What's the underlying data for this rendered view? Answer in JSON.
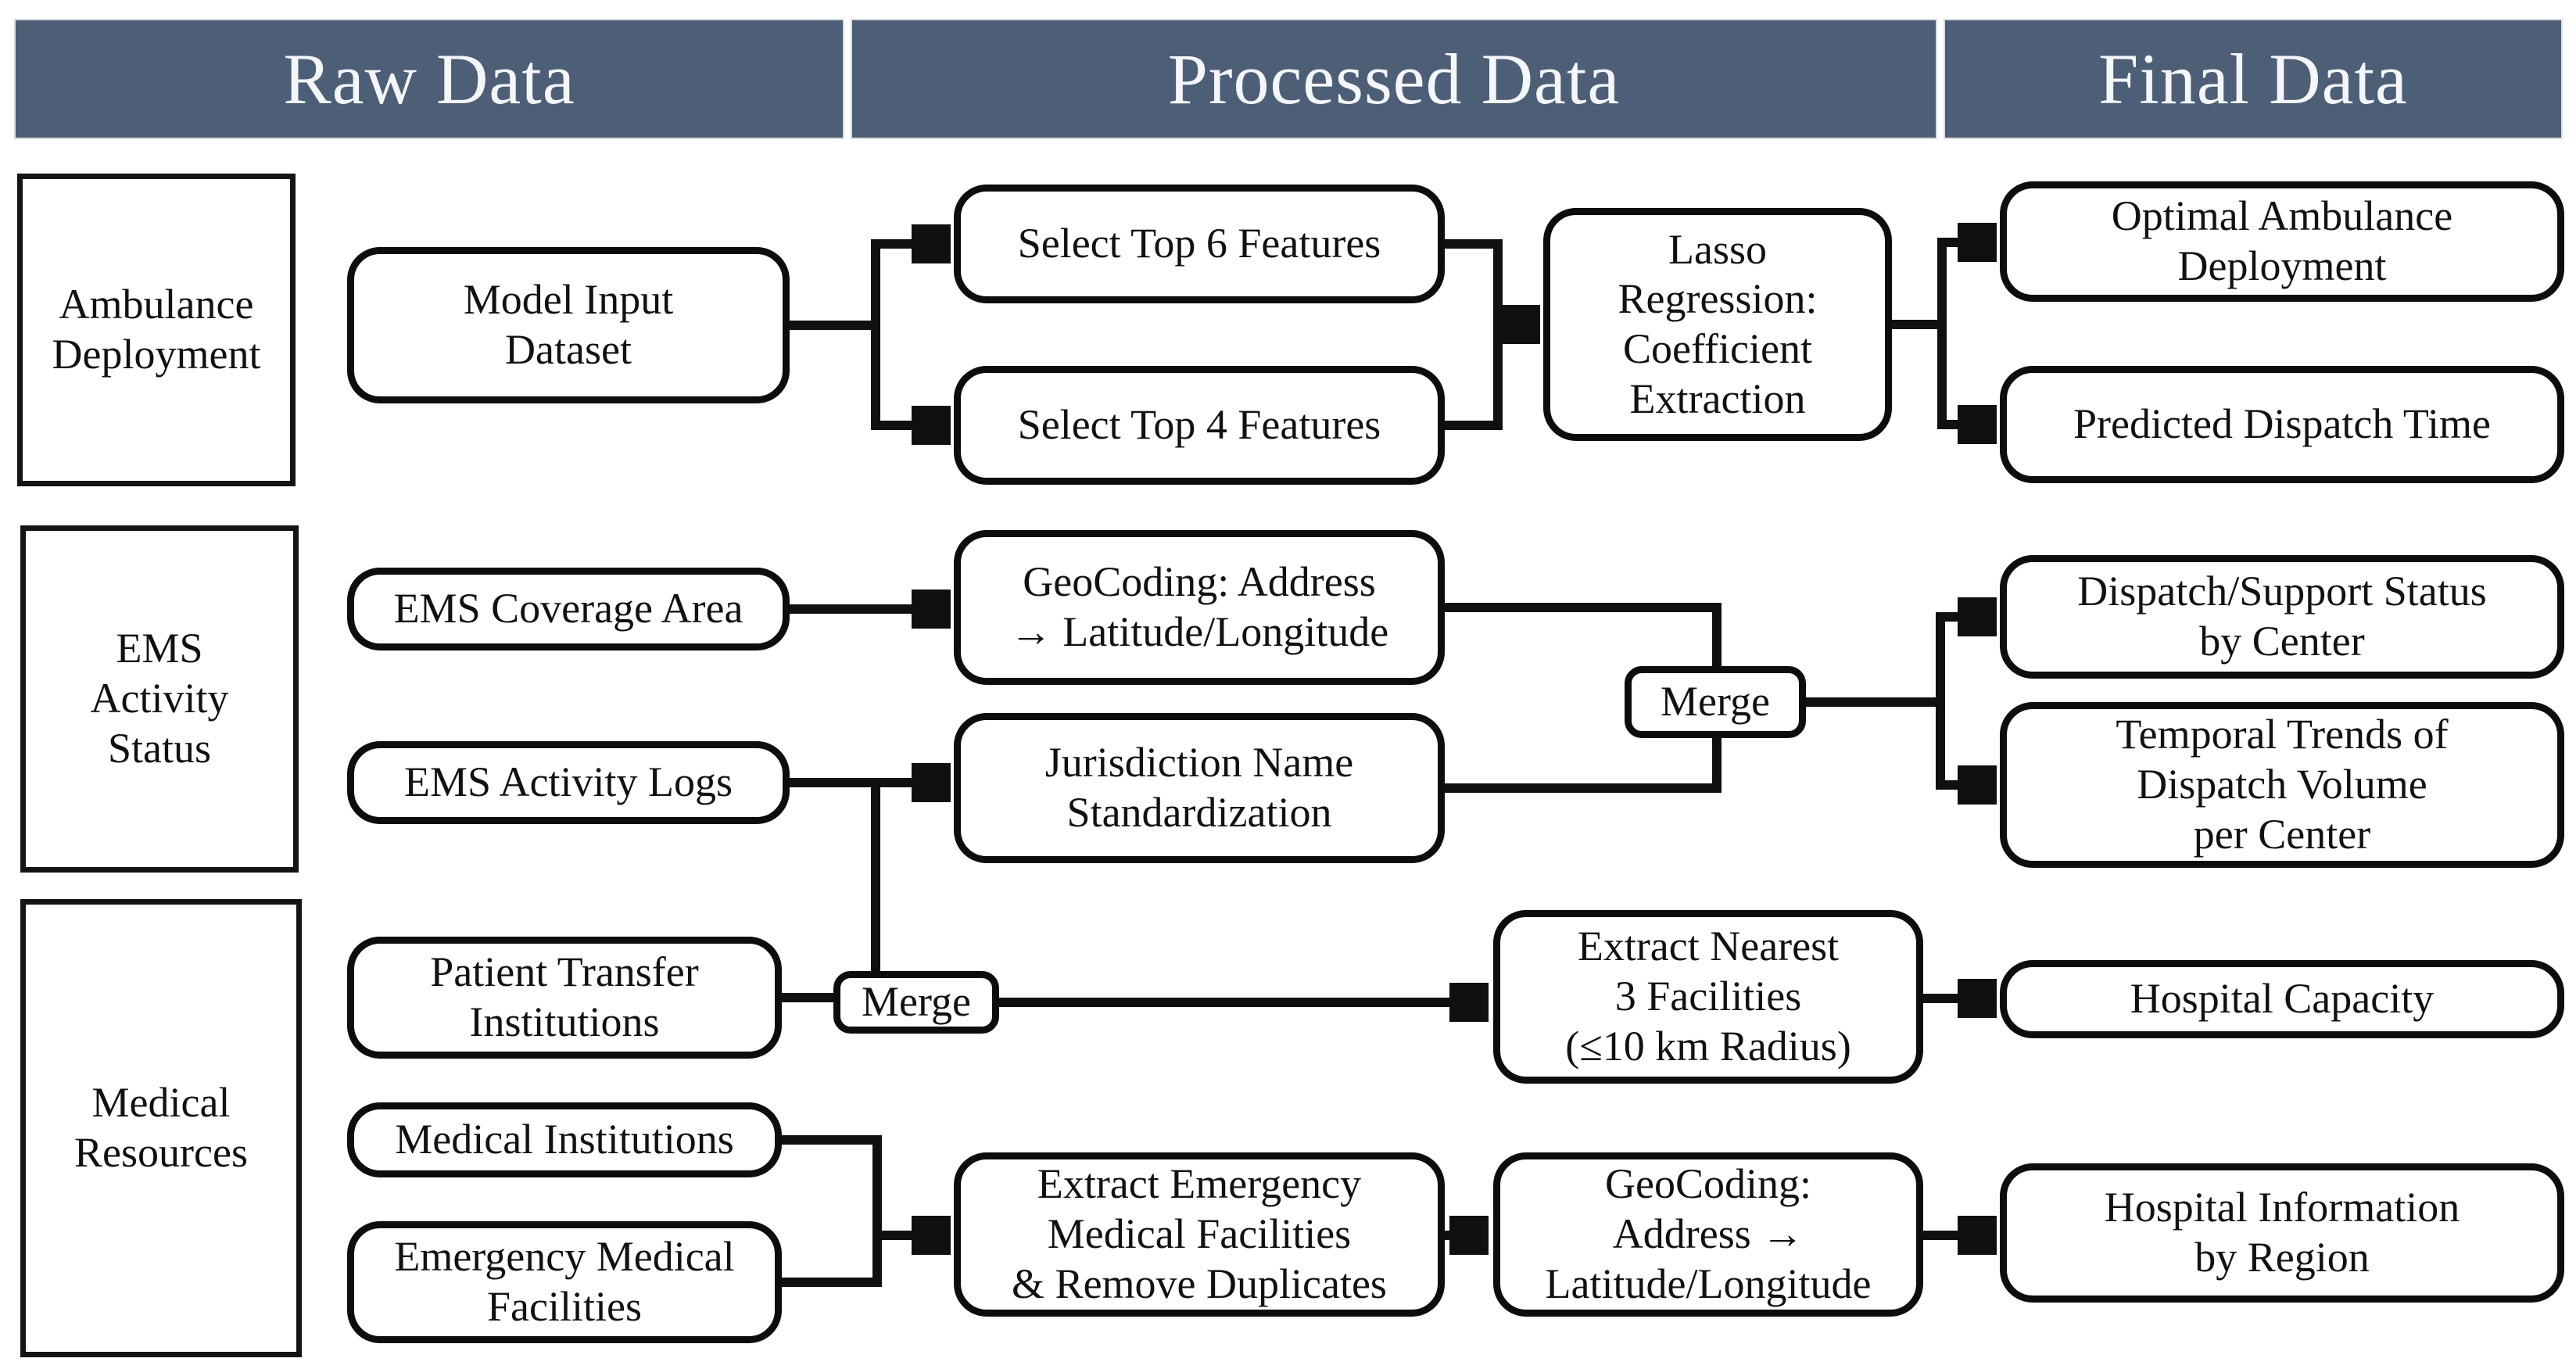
{
  "colors": {
    "header_bg": "#4d5f77",
    "header_text": "#f4f6f9",
    "box_border": "#0d0d0d",
    "line": "#101010",
    "background": "#ffffff"
  },
  "header": {
    "columns": [
      {
        "label": "Raw Data"
      },
      {
        "label": "Processed Data"
      },
      {
        "label": "Final Data"
      }
    ]
  },
  "rows": [
    {
      "label": "Ambulance\nDeployment"
    },
    {
      "label": "EMS\nActivity\nStatus"
    },
    {
      "label": "Medical\nResources"
    }
  ],
  "nodes": {
    "model_input": "Model Input\nDataset",
    "select_top6": "Select Top 6 Features",
    "select_top4": "Select Top 4 Features",
    "lasso": "Lasso\nRegression:\nCoefficient\nExtraction",
    "optimal_deployment": "Optimal Ambulance\nDeployment",
    "predicted_dispatch": "Predicted Dispatch Time",
    "ems_coverage": "EMS Coverage Area",
    "geocoding_ems": "GeoCoding: Address\n→ Latitude/Longitude",
    "ems_logs": "EMS Activity Logs",
    "jurisdiction": "Jurisdiction Name\nStandardization",
    "merge_ems": "Merge",
    "dispatch_status": "Dispatch/Support Status\nby Center",
    "temporal_trends": "Temporal Trends of\nDispatch Volume\nper Center",
    "patient_transfer": "Patient Transfer\nInstitutions",
    "merge_medical": "Merge",
    "extract_nearest": "Extract Nearest\n3 Facilities\n(≤10 km Radius)",
    "hospital_capacity": "Hospital Capacity",
    "medical_institutions": "Medical Institutions",
    "emergency_facilities": "Emergency Medical\nFacilities",
    "extract_emergency": "Extract Emergency\nMedical Facilities\n& Remove Duplicates",
    "geocoding_medical": "GeoCoding:\nAddress →\nLatitude/Longitude",
    "hospital_info": "Hospital Information\nby Region"
  }
}
